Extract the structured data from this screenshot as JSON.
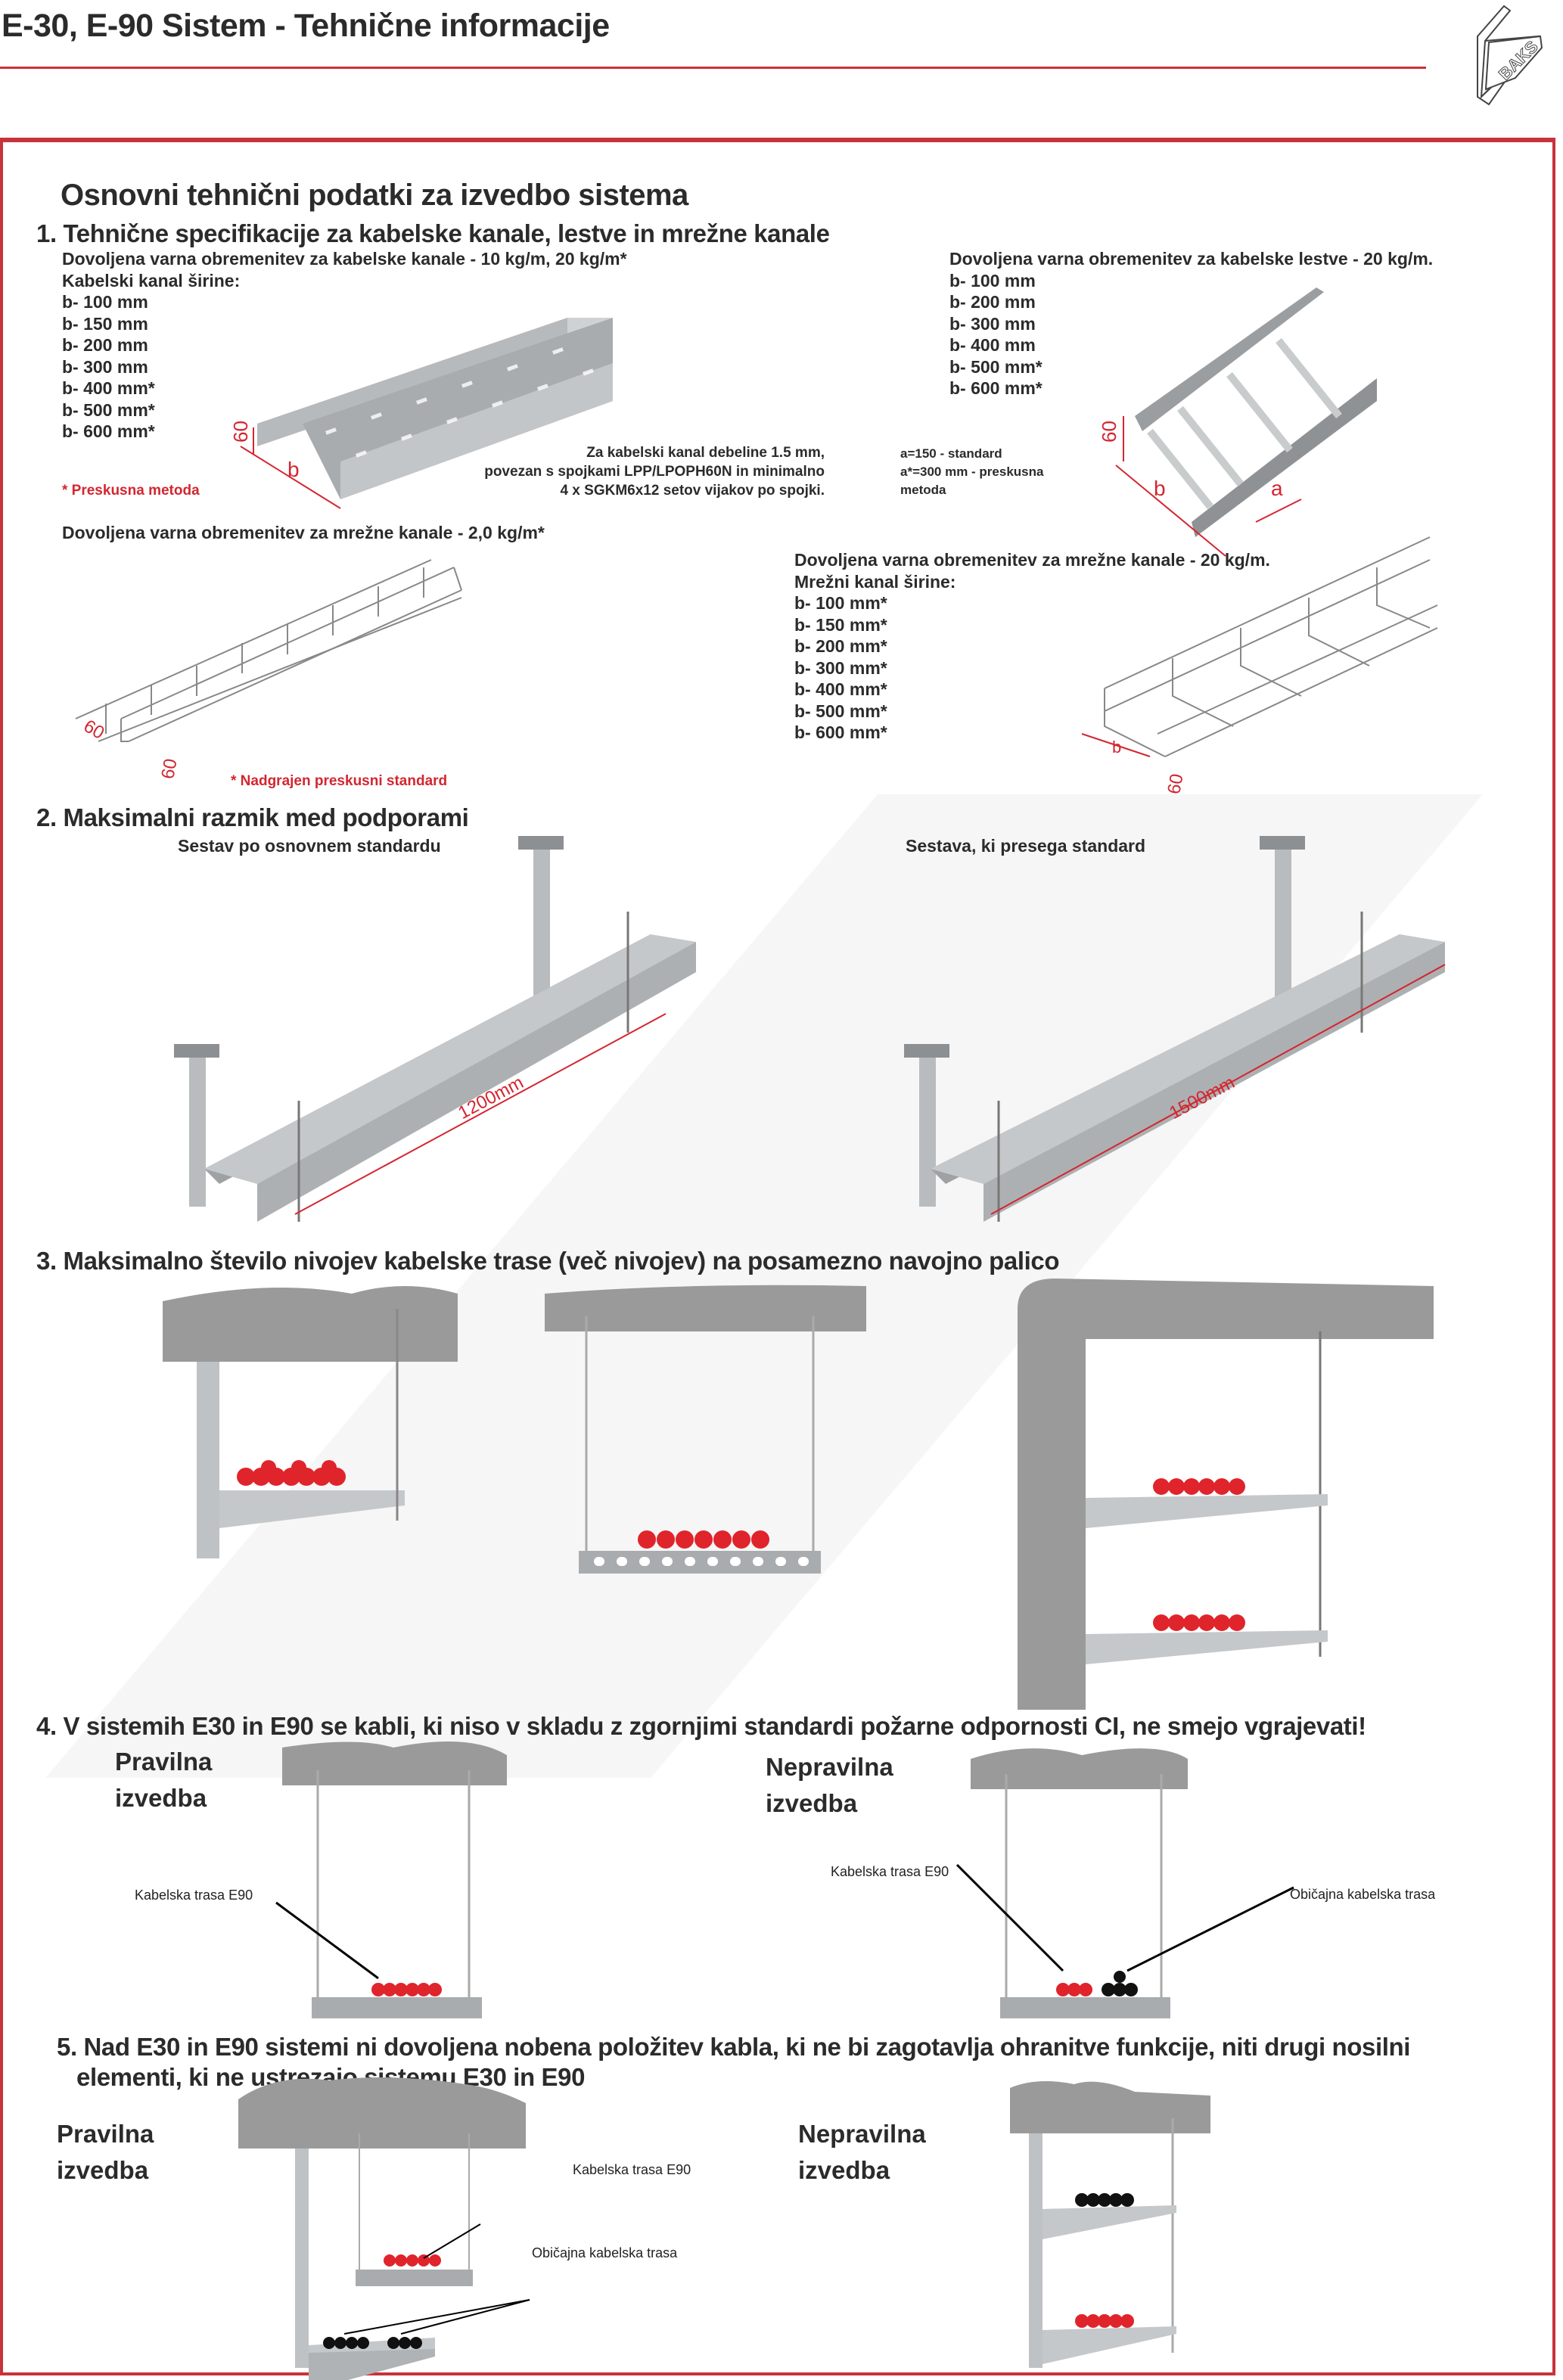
{
  "header": {
    "title": "E-30, E-90 Sistem - Tehnične informacije",
    "logo_text": "BAKS"
  },
  "main_title": "Osnovni tehnični podatki za izvedbo sistema",
  "section1": {
    "heading": "1. Tehnične specifikacije za kabelske kanale, lestve in mrežne kanale",
    "trays": {
      "load": "Dovoljena varna obremenitev za kabelske kanale - 10 kg/m, 20 kg/m*",
      "width_label": "Kabelski kanal širine:",
      "widths": [
        "b- 100 mm",
        "b- 150 mm",
        "b- 200 mm",
        "b- 300 mm",
        "b- 400 mm*",
        "b- 500 mm*",
        "b- 600 mm*"
      ],
      "footnote": "* Preskusna metoda",
      "note": [
        "Za kabelski kanal debeline 1.5 mm,",
        "povezan s spojkami LPP/LPOPH60N in minimalno",
        "4 x SGKM6x12 setov vijakov po spojki."
      ],
      "dim_height": "60",
      "dim_width": "b"
    },
    "ladders": {
      "load": "Dovoljena varna obremenitev za kabelske lestve - 20 kg/m.",
      "widths": [
        "b- 100 mm",
        "b- 200 mm",
        "b- 300 mm",
        "b- 400 mm",
        "b- 500 mm*",
        "b- 600 mm*"
      ],
      "note": [
        "a=150 - standard",
        "a*=300 mm - preskusna",
        "metoda"
      ],
      "dim_height": "60",
      "dim_width": "b",
      "dim_a": "a"
    },
    "mesh_small": {
      "load": "Dovoljena varna obremenitev za mrežne kanale - 2,0 kg/m*",
      "footnote": "* Nadgrajen preskusni standard",
      "dim_a": "60",
      "dim_b": "60"
    },
    "mesh": {
      "load": "Dovoljena varna obremenitev za mrežne kanale - 20 kg/m.",
      "width_label": "Mrežni kanal širine:",
      "widths": [
        "b- 100 mm*",
        "b- 150 mm*",
        "b- 200 mm*",
        "b- 300 mm*",
        "b- 400 mm*",
        "b- 500 mm*",
        "b- 600 mm*"
      ],
      "dim_width": "b",
      "dim_height": "60"
    }
  },
  "section2": {
    "heading": "2. Maksimalni razmik med podporami",
    "left_label": "Sestav po osnovnem standardu",
    "left_span": "1200mm",
    "right_label": "Sestava, ki presega standard",
    "right_span": "1500mm"
  },
  "section3": {
    "heading": "3. Maksimalno število nivojev kabelske trase (več nivojev) na posamezno navojno palico"
  },
  "section4": {
    "heading": "4. V sistemih E30 in E90 se kabli, ki niso v skladu z zgornjimi standardi požarne odpornosti CI, ne smejo vgrajevati!",
    "correct": [
      "Pravilna",
      "izvedba"
    ],
    "incorrect": [
      "Nepravilna",
      "izvedba"
    ],
    "label_e90": "Kabelska trasa E90",
    "label_normal": "Običajna kabelska trasa"
  },
  "section5": {
    "heading": [
      "5. Nad E30 in E90 sistemi ni dovoljena nobena položitev kabla, ki ne bi zagotavlja ohranitve funkcije, niti drugi nosilni",
      "elementi, ki ne ustrezajo sistemu E30 in E90"
    ],
    "correct": [
      "Pravilna",
      "izvedba"
    ],
    "incorrect": [
      "Nepravilna",
      "izvedba"
    ],
    "label_e90": "Kabelska trasa E90",
    "label_normal": "Običajna kabelska trasa"
  },
  "colors": {
    "accent": "#c8323a",
    "e90_cable": "#e0242b",
    "normal_cable": "#111111",
    "steel": "#b9bcbe",
    "concrete": "#9a9a9a"
  }
}
